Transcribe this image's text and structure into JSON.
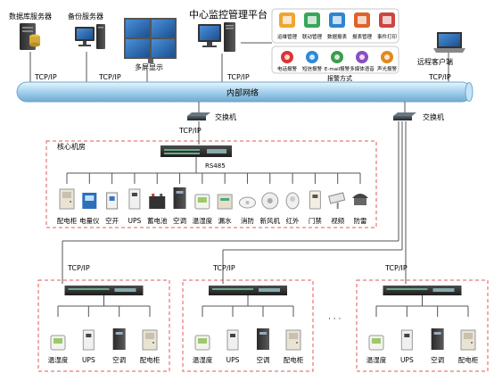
{
  "servers": {
    "db": "数据库服务器",
    "backup": "备份服务器",
    "multiscreen": "多屏显示",
    "platform": "中心监控管理平台",
    "remote": "远程客户端"
  },
  "platform_functions": [
    "运维管理",
    "联动管理",
    "数据报表",
    "报表管理",
    "事件打印"
  ],
  "alarm_methods": [
    "电话报警",
    "短信报警",
    "E-mail报警",
    "多媒体语音",
    "声光报警"
  ],
  "alarm_caption": "报警方式",
  "protocol": "TCP/IP",
  "network": "内部网络",
  "switch": "交换机",
  "core_room": {
    "title": "核心机房",
    "bus": "RS485",
    "devices": [
      "配电柜",
      "电量仪",
      "空开",
      "UPS",
      "蓄电池",
      "空调",
      "温湿度",
      "漏水",
      "消防",
      "新风机",
      "红外",
      "门禁",
      "视频",
      "防雷"
    ]
  },
  "remote_site_devices": [
    "温湿度",
    "UPS",
    "空调",
    "配电柜"
  ],
  "ellipsis": "· · ·",
  "colors": {
    "backbone": "#a9d4ef",
    "dashed_border": "#e05a5a",
    "line": "#555555"
  }
}
